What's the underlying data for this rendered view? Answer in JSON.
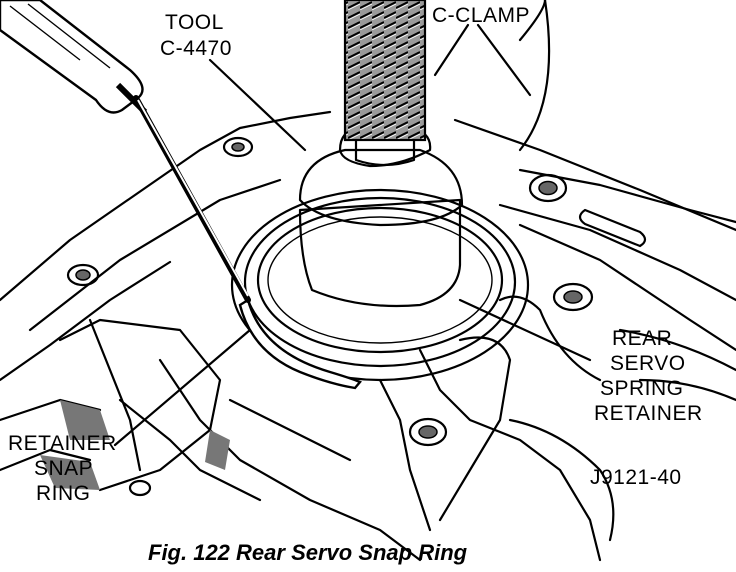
{
  "labels": {
    "tool_line1": "TOOL",
    "tool_line2": "C-4470",
    "c_clamp": "C-CLAMP",
    "rear": "REAR",
    "servo": "SERVO",
    "spring": "SPRING",
    "retainer": "RETAINER",
    "retainer_left": "RETAINER",
    "snap": "SNAP",
    "ring": "RING",
    "code": "J9121-40"
  },
  "caption": "Fig. 122 Rear Servo Snap Ring"
}
